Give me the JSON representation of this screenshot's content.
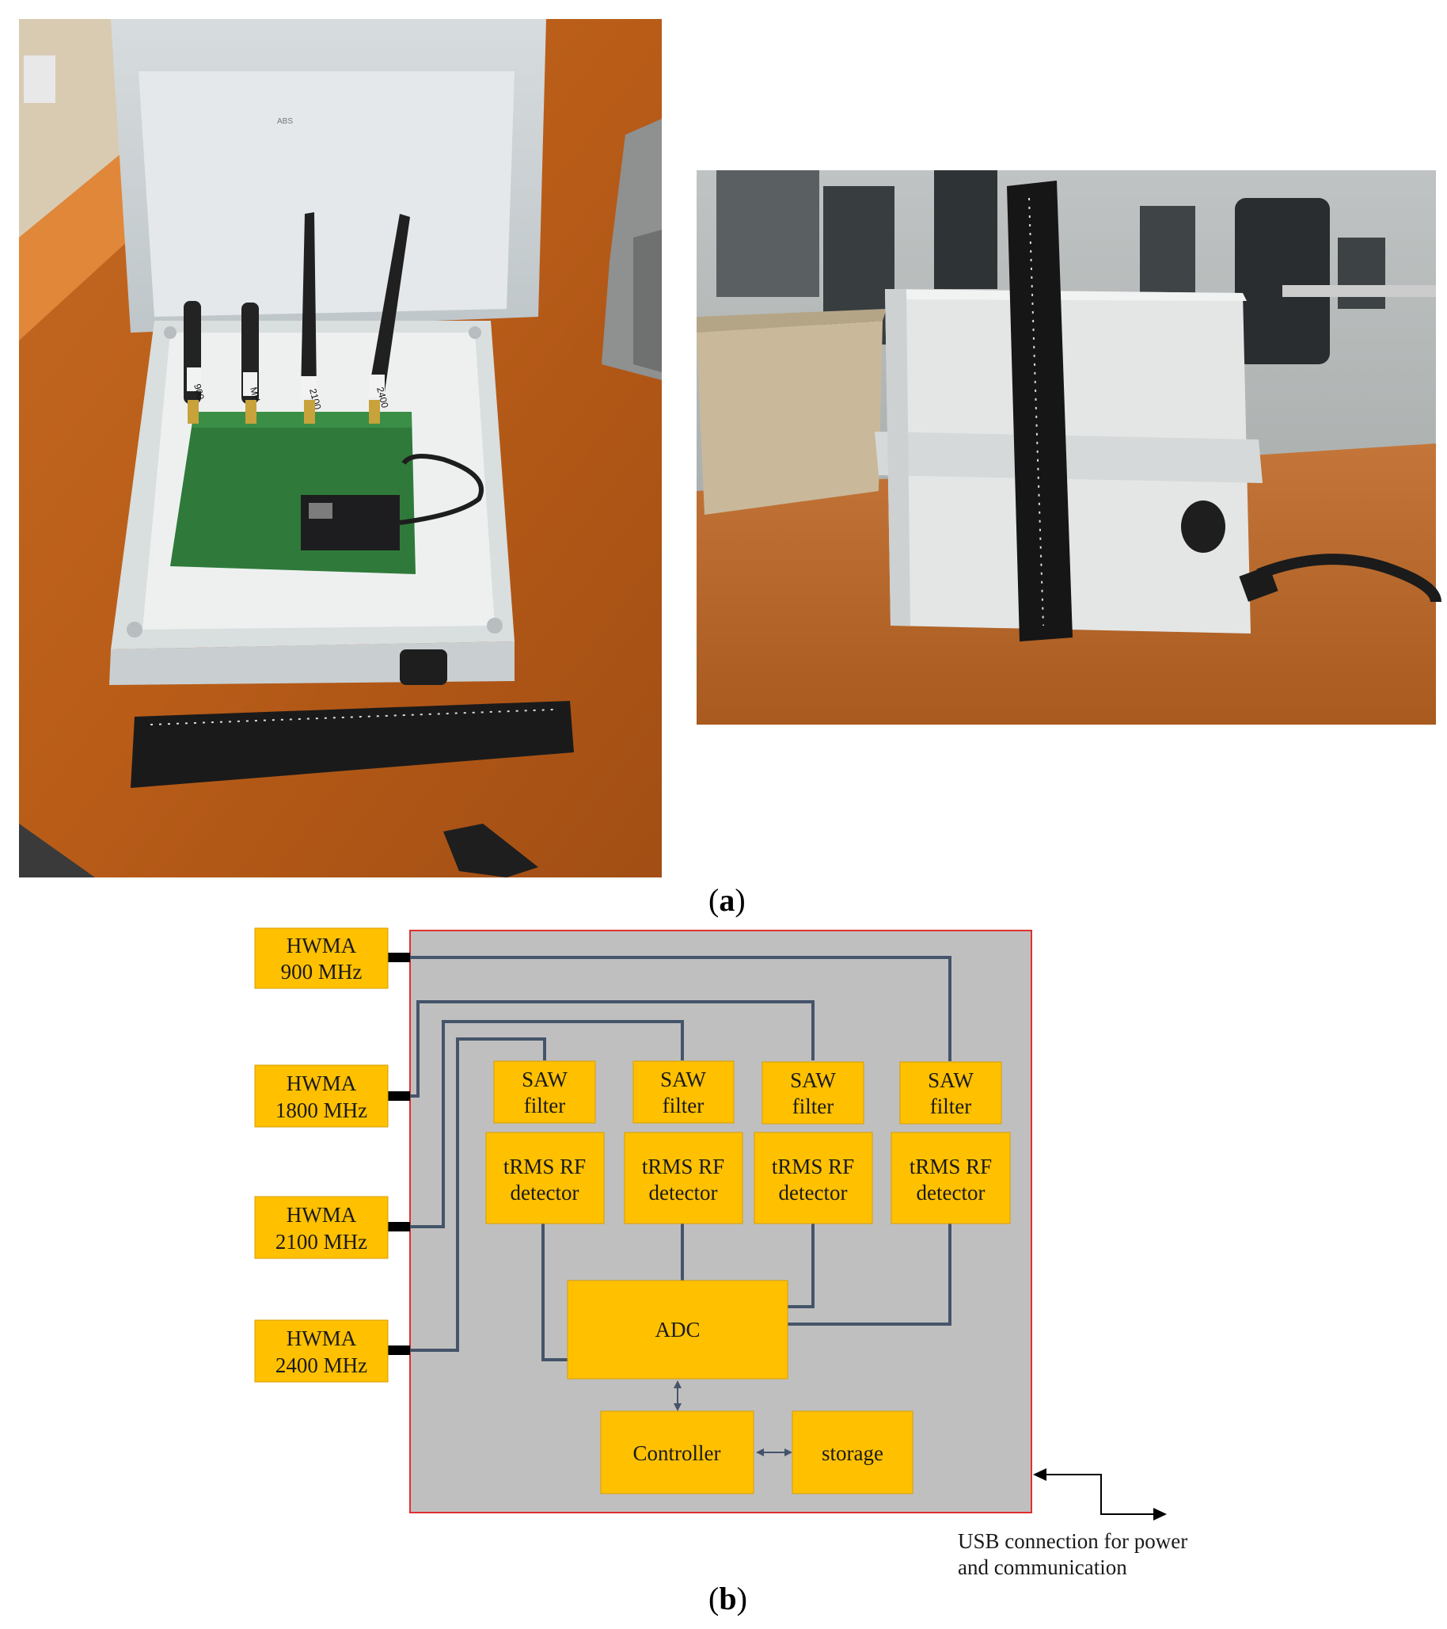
{
  "captions": {
    "a_letter": "a",
    "b_letter": "b"
  },
  "photo_left": {
    "antenna_labels": [
      "900",
      "MH",
      "2100",
      "2400"
    ],
    "box_mark": "ABS"
  },
  "photo_right": {},
  "diagram": {
    "antennas": [
      {
        "line1": "HWMA",
        "line2": "900 MHz"
      },
      {
        "line1": "HWMA",
        "line2": "1800 MHz"
      },
      {
        "line1": "HWMA",
        "line2": "2100 MHz"
      },
      {
        "line1": "HWMA",
        "line2": "2400 MHz"
      }
    ],
    "saw_filter": {
      "line1": "SAW",
      "line2": "filter"
    },
    "detector": {
      "line1": "tRMS RF",
      "line2": "detector"
    },
    "adc": "ADC",
    "controller": "Controller",
    "storage": "storage",
    "usb_note": {
      "line1": "USB connection for power",
      "line2": "and communication"
    }
  },
  "colors": {
    "block_fill": "#FFC000",
    "block_border": "#D89E00",
    "enclosure_fill": "#BFBFBF",
    "enclosure_border": "#E03030",
    "wire": "#44546A"
  }
}
